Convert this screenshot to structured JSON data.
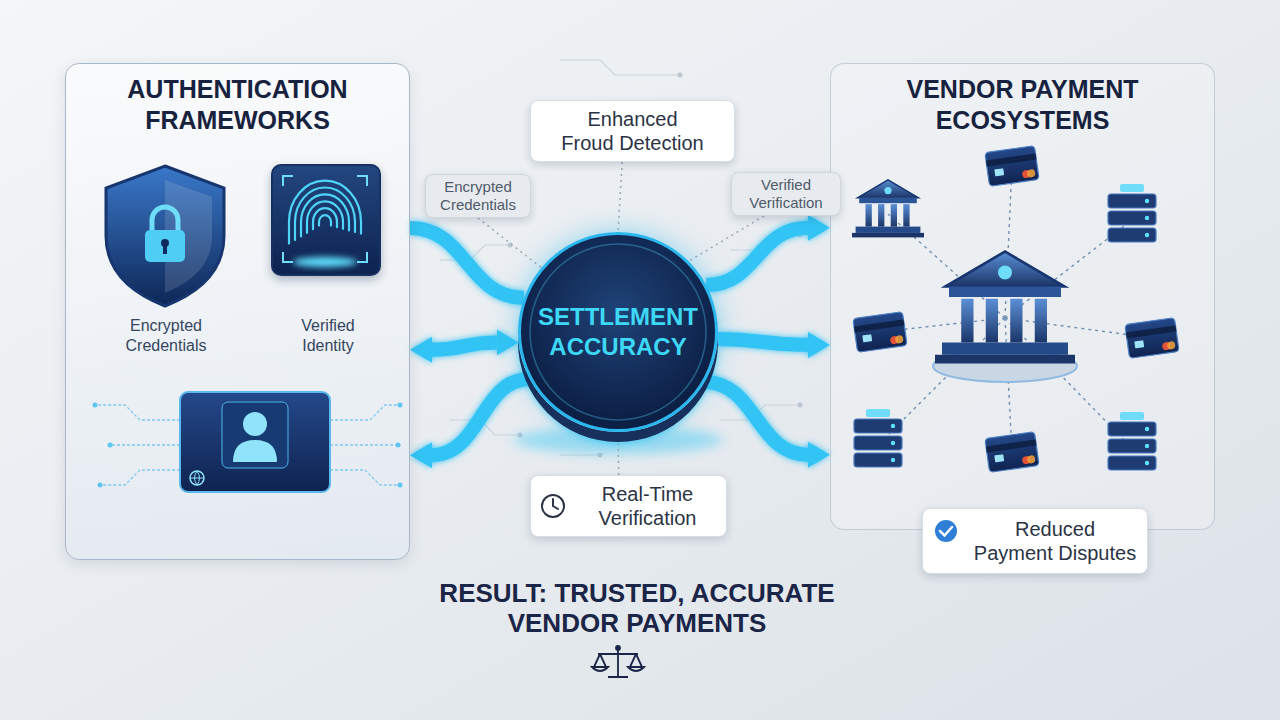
{
  "diagram": {
    "caption": "RESULT: TRUSTED, ACCURATE VENDOR PAYMENTS",
    "nodes": [
      {
        "text": [
          "AUTHENTICATION FRAMEWORKS"
        ]
      },
      {
        "text": [
          "Encrypted Credentials"
        ],
        "in": 0
      },
      {
        "text": [
          "Verified Identity"
        ],
        "in": 0
      },
      {
        "text": [
          "SETTLEMENT ACCURACY"
        ]
      },
      {
        "text": [
          "Enhanced Froud Detection"
        ]
      },
      {
        "text": [
          "Encrypted Credentials"
        ]
      },
      {
        "text": [
          "Verified Verification"
        ]
      },
      {
        "text": [
          "Real-Time Verification"
        ]
      },
      {
        "text": [
          "VENDOR PAYMENT ECOSYSTEMS"
        ]
      },
      {
        "text": [
          "Reduced Payment Disputes"
        ]
      }
    ],
    "edges": [
      {
        "from": 0,
        "to": 3,
        "arrow": "none"
      },
      {
        "from": 0,
        "to": 3,
        "arrow": "both"
      },
      {
        "from": 3,
        "to": 0,
        "arrow": "to"
      },
      {
        "from": 3,
        "to": 8,
        "arrow": "to"
      },
      {
        "from": 3,
        "to": 8,
        "arrow": "to"
      },
      {
        "from": 3,
        "to": 8,
        "arrow": "to"
      },
      {
        "from": 4,
        "to": 3,
        "arrow": "none"
      },
      {
        "from": 5,
        "to": 3,
        "arrow": "none"
      },
      {
        "from": 6,
        "to": 3,
        "arrow": "none"
      },
      {
        "from": 7,
        "to": 3,
        "arrow": "none"
      }
    ]
  }
}
